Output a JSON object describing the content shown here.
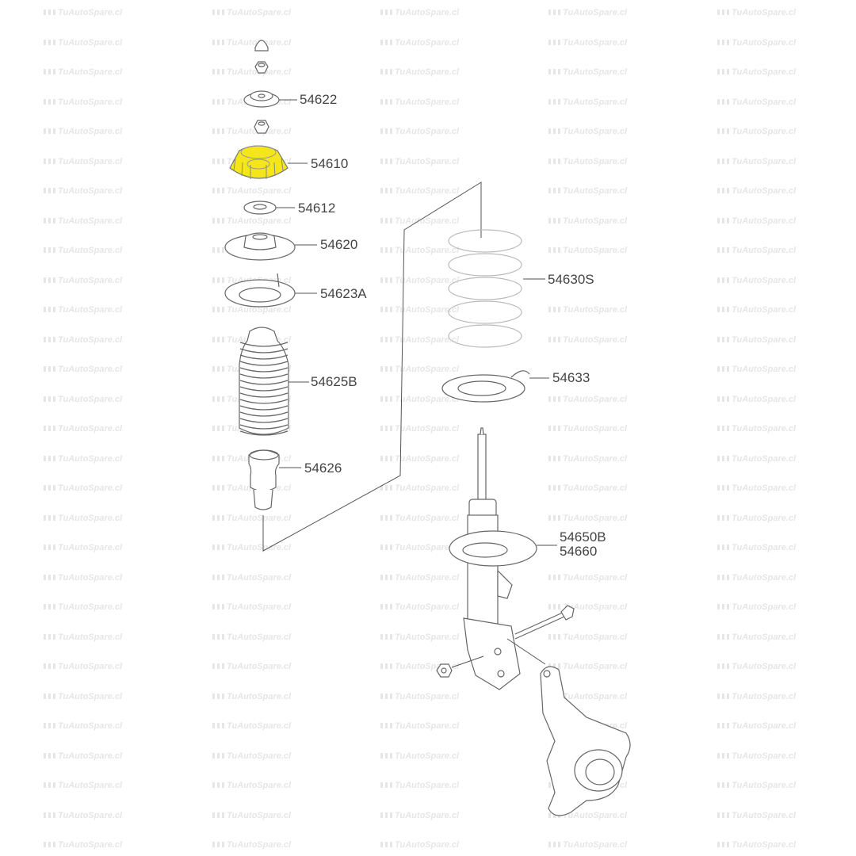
{
  "watermark": "TuAutoSpare.cl",
  "highlight_color": "#f5e61a",
  "parts": [
    {
      "id": "54622"
    },
    {
      "id": "54610",
      "highlighted": true
    },
    {
      "id": "54612"
    },
    {
      "id": "54620"
    },
    {
      "id": "54623A"
    },
    {
      "id": "54625B"
    },
    {
      "id": "54626"
    },
    {
      "id": "54630S"
    },
    {
      "id": "54633"
    },
    {
      "id": "54650B"
    },
    {
      "id": "54660"
    }
  ]
}
